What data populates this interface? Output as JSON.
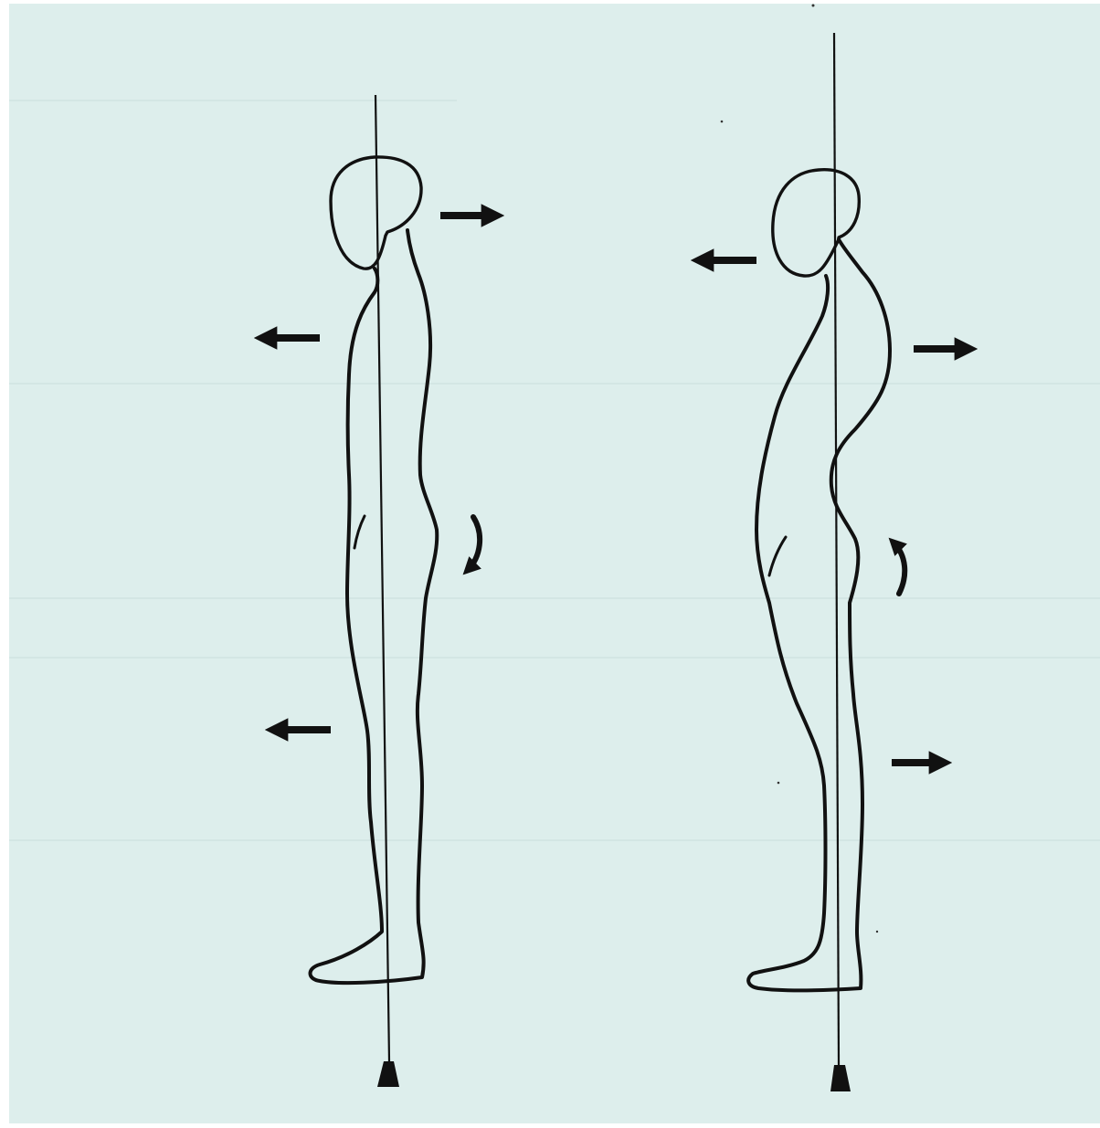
{
  "colors": {
    "paper": "#ddeeec",
    "margin": "#ffffff",
    "ink": "#111111",
    "faint_line": "#d3e6e4"
  },
  "figures": [
    {
      "id": "good-posture",
      "arrows": [
        {
          "direction": "right",
          "target": "head"
        },
        {
          "direction": "left",
          "target": "chest"
        },
        {
          "direction": "left",
          "target": "knee"
        }
      ],
      "pelvis_rotation": "curved-arrow-down"
    },
    {
      "id": "slouched-posture",
      "arrows": [
        {
          "direction": "left",
          "target": "head"
        },
        {
          "direction": "right",
          "target": "upper-back"
        },
        {
          "direction": "right",
          "target": "knee"
        }
      ],
      "pelvis_rotation": "curved-arrow-up"
    }
  ]
}
